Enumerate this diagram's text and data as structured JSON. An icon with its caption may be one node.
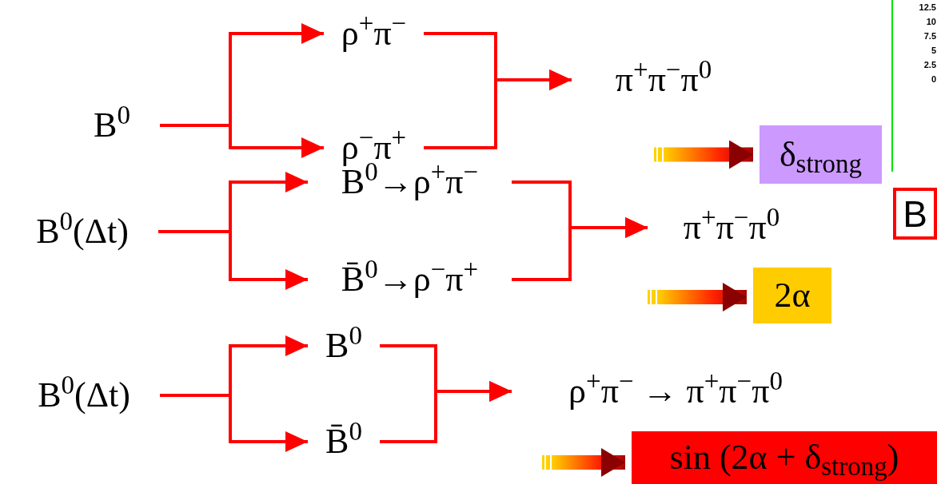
{
  "diagram": {
    "nodes": [
      {
        "text": [
          "B$^{0}$"
        ]
      },
      {
        "text": [
          "ρ$^{+}$π$^{−}$"
        ]
      },
      {
        "text": [
          "ρ$^{−}$π$^{+}$"
        ]
      },
      {
        "text": [
          "π$^{+}$π$^{−}$π$^{0}$"
        ]
      },
      {
        "text": [
          "δ$_{strong}$"
        ]
      },
      {
        "text": [
          "B$^{0}$(Δt)"
        ]
      },
      {
        "text": [
          "B$^{0}$→ρ$^{+}$π$^{−}$"
        ]
      },
      {
        "text": [
          "B̄$^{0}$→ρ$^{−}$π$^{+}$"
        ]
      },
      {
        "text": [
          "π$^{+}$π$^{−}$π$^{0}$"
        ]
      },
      {
        "text": [
          "2α"
        ]
      },
      {
        "text": [
          "B$^{0}$(Δt)"
        ]
      },
      {
        "text": [
          "B$^{0}$"
        ]
      },
      {
        "text": [
          "B̄$^{0}$"
        ]
      },
      {
        "text": [
          "ρ$^{+}$π$^{−}$ → π$^{+}$π$^{−}$π$^{0}$"
        ]
      },
      {
        "text": [
          "sin (2α + δ$_{strong}$)"
        ]
      },
      {
        "text": [],
        "shape": "box"
      },
      {
        "text": [
          "B"
        ]
      }
    ],
    "edges": [
      {
        "from": 0,
        "to": 1,
        "arrow": "to"
      },
      {
        "from": 0,
        "to": 2,
        "arrow": "to"
      },
      {
        "from": 1,
        "to": 3,
        "arrow": "to"
      },
      {
        "from": 2,
        "to": 3,
        "arrow": "to"
      },
      {
        "from": null,
        "to": 4,
        "arrow": "to"
      },
      {
        "from": 5,
        "to": 6,
        "arrow": "to"
      },
      {
        "from": 5,
        "to": 7,
        "arrow": "to"
      },
      {
        "from": 6,
        "to": 8,
        "arrow": "to"
      },
      {
        "from": 7,
        "to": 8,
        "arrow": "to"
      },
      {
        "from": null,
        "to": 9,
        "arrow": "to"
      },
      {
        "from": 10,
        "to": 11,
        "arrow": "to"
      },
      {
        "from": 10,
        "to": 12,
        "arrow": "to"
      },
      {
        "from": 11,
        "to": 13,
        "arrow": "to"
      },
      {
        "from": 12,
        "to": 13,
        "arrow": "to"
      },
      {
        "from": null,
        "to": 14,
        "arrow": "to"
      }
    ],
    "labels": [
      "12.5",
      "10",
      "7.5",
      "5",
      "2.5",
      "0"
    ]
  }
}
